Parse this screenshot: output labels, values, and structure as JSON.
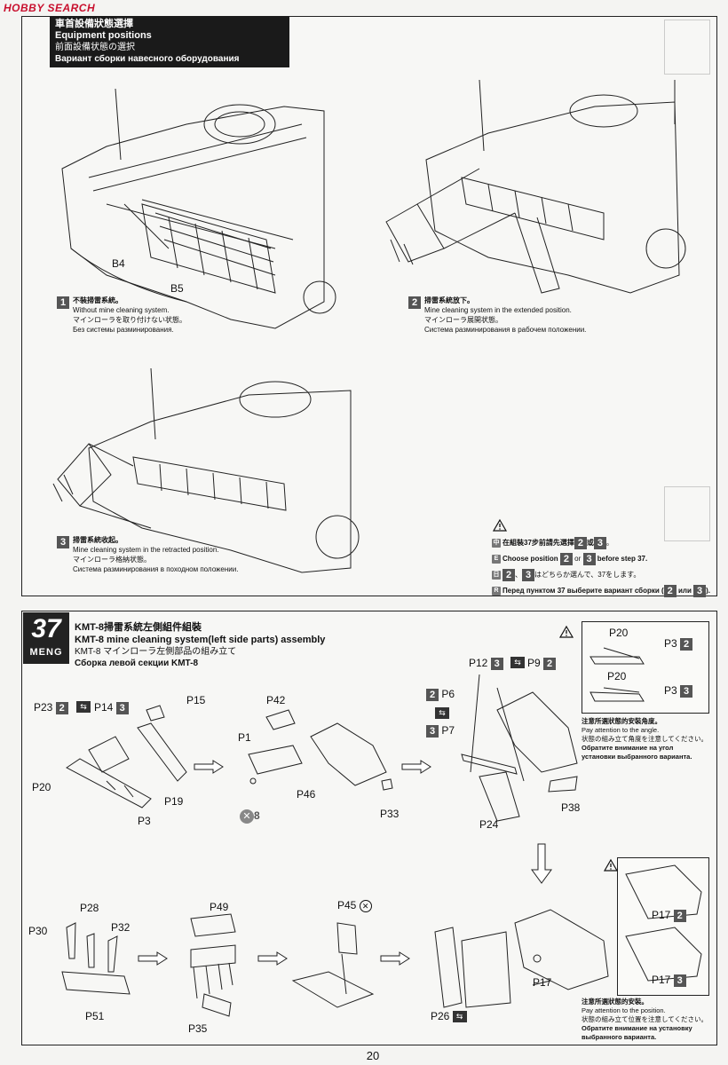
{
  "logo": {
    "text": "HOBBY SEARCH"
  },
  "header": {
    "zh": "車首設備狀態選擇",
    "en": "Equipment positions",
    "ja": "前面設備状態の選択",
    "ru": "Вариант сборки навесного оборудования"
  },
  "options": [
    {
      "num": "1",
      "zh": "不裝掃雷系統。",
      "en": "Without mine cleaning system.",
      "ja": "マインローラを取り付けない状態。",
      "ru": "Без системы разминирования."
    },
    {
      "num": "2",
      "zh": "掃雷系統放下。",
      "en": "Mine cleaning system in the extended position.",
      "ja": "マインローラ展開状態。",
      "ru": "Система разминирования в рабочем положении."
    },
    {
      "num": "3",
      "zh": "掃雷系統收起。",
      "en": "Mine cleaning system in the retracted position.",
      "ja": "マインローラ格納状態。",
      "ru": "Система разминирования в походном положении."
    }
  ],
  "part_labels_top": {
    "b4": "B4",
    "b5": "B5"
  },
  "note": {
    "zh": "在組裝37步前請先選擇",
    "zh_or": "或",
    "en_a": "Choose position",
    "en_or": "or",
    "en_b": "before step 37.",
    "ja": "はどちらか選んで、37をします。",
    "ru_a": "Перед пунктом 37 выберите вариант сборки (",
    "ru_or": "или",
    "ru_b": ")."
  },
  "step": {
    "number": "37",
    "brand": "MENG",
    "zh": "KMT-8掃雷系統左側組件組裝",
    "en": "KMT-8 mine cleaning system(left side parts) assembly",
    "ja": "KMT-8 マインローラ左側部品の組み立て",
    "ru": "Сборка левой секции KMT-8"
  },
  "parts": {
    "p23": "P23",
    "p14": "P14",
    "p15": "P15",
    "p20": "P20",
    "p3": "P3",
    "p19": "P19",
    "p42": "P42",
    "p1": "P1",
    "p46": "P46",
    "x8": "8",
    "p33": "P33",
    "p12": "P12",
    "p9": "P9",
    "p6": "P6",
    "p7": "P7",
    "p24": "P24",
    "p38": "P38",
    "p30": "P30",
    "p28": "P28",
    "p32": "P32",
    "p51": "P51",
    "p49": "P49",
    "p35": "P35",
    "p45": "P45",
    "p26": "P26",
    "p17": "P17"
  },
  "inset1": {
    "p20a": "P20",
    "p3a": "P3",
    "n2": "2",
    "p20b": "P20",
    "p3b": "P3",
    "n3": "3"
  },
  "angle_note": {
    "zh": "注意所選狀態的安裝角度。",
    "en": "Pay attention to the angle.",
    "ja": "状態の組み立て角度を注意してください。",
    "ru1": "Обратите внимание на угол",
    "ru2": "установки выбранного варианта."
  },
  "inset2": {
    "p17a": "P17",
    "n2": "2",
    "p17b": "P17",
    "n3": "3"
  },
  "position_note": {
    "zh": "注意所選狀態的安裝。",
    "en": "Pay attention to the position.",
    "ja": "状態の組み立て位置を注意してください。",
    "ru1": "Обратите внимание на установку",
    "ru2": "выбранного варианта."
  },
  "page_number": "20",
  "colors": {
    "ink": "#111111",
    "header_bg": "#1a1a1a",
    "badge": "#666666",
    "paper": "#f4f4f2"
  }
}
